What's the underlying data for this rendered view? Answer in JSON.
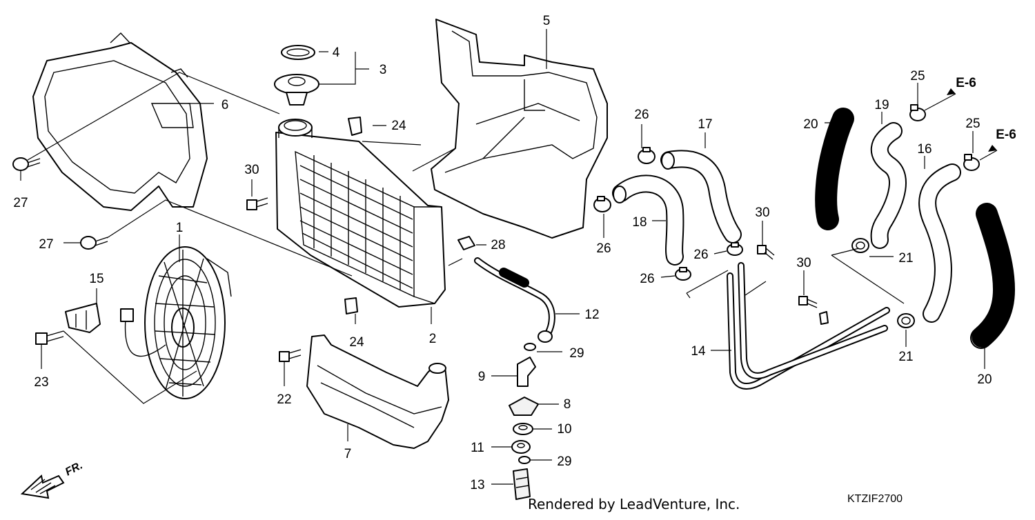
{
  "diagram": {
    "part_numbers": [
      "1",
      "2",
      "3",
      "4",
      "5",
      "6",
      "7",
      "8",
      "9",
      "10",
      "11",
      "12",
      "13",
      "14",
      "15",
      "16",
      "17",
      "18",
      "19",
      "20",
      "21",
      "22",
      "23",
      "24",
      "25",
      "26",
      "27",
      "28",
      "29",
      "30"
    ],
    "callouts": {
      "c1": "1",
      "c2": "2",
      "c3": "3",
      "c4": "4",
      "c5": "5",
      "c6": "6",
      "c7": "7",
      "c8": "8",
      "c9": "9",
      "c10": "10",
      "c11": "11",
      "c12": "12",
      "c13": "13",
      "c14": "14",
      "c15": "15",
      "c16": "16",
      "c17": "17",
      "c18": "18",
      "c19": "19",
      "c20a": "20",
      "c20b": "20",
      "c21a": "21",
      "c21b": "21",
      "c22": "22",
      "c23": "23",
      "c24a": "24",
      "c24b": "24",
      "c25a": "25",
      "c25b": "25",
      "c26a": "26",
      "c26b": "26",
      "c26c": "26",
      "c26d": "26",
      "c27a": "27",
      "c27b": "27",
      "c28": "28",
      "c29a": "29",
      "c29b": "29",
      "c30a": "30",
      "c30b": "30",
      "c30c": "30"
    },
    "references": {
      "e6_top": "E-6",
      "e6_right": "E-6"
    },
    "direction_label": "FR.",
    "credit": "Rendered by LeadVenture, Inc.",
    "figure_code": "KTZIF2700"
  }
}
